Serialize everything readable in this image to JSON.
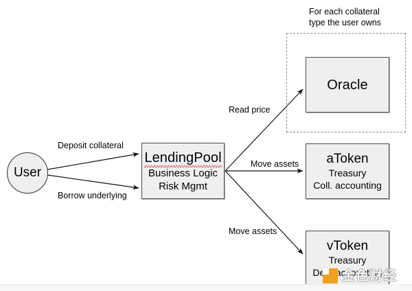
{
  "diagram": {
    "type": "flow-diagram",
    "background": "#ffffff",
    "node_fill": "#efefef",
    "node_stroke": "#4d4d4d",
    "group_stroke": "#8a8a8a"
  },
  "nodes": {
    "user": {
      "label": "User",
      "shape": "circle"
    },
    "lending_pool": {
      "title": "LendingPool",
      "line2": "Business Logic",
      "line3": "Risk Mgmt",
      "shape": "rect"
    },
    "oracle": {
      "title": "Oracle",
      "shape": "rect"
    },
    "atoken": {
      "title": "aToken",
      "line2": "Treasury",
      "line3": "Coll. accounting",
      "shape": "rect"
    },
    "vtoken": {
      "title": "vToken",
      "line2": "Treasury",
      "line3": "Debt accounting",
      "shape": "rect"
    }
  },
  "groups": {
    "collateral_group": {
      "note": "For each collateral\ntype the user owns",
      "style": "dashed"
    }
  },
  "edges": [
    {
      "id": "deposit",
      "label": "Deposit collateral",
      "from": "user",
      "to": "lending_pool"
    },
    {
      "id": "borrow",
      "label": "Borrow underlying",
      "from": "user",
      "to": "lending_pool"
    },
    {
      "id": "read-price",
      "label": "Read price",
      "from": "lending_pool",
      "to": "oracle"
    },
    {
      "id": "move-assets-a",
      "label": "Move assets",
      "from": "lending_pool",
      "to": "atoken"
    },
    {
      "id": "move-assets-v",
      "label": "Move assets",
      "from": "lending_pool",
      "to": "vtoken"
    }
  ],
  "watermark": {
    "text": "金色财经",
    "logo_color": "#f0a01e"
  }
}
